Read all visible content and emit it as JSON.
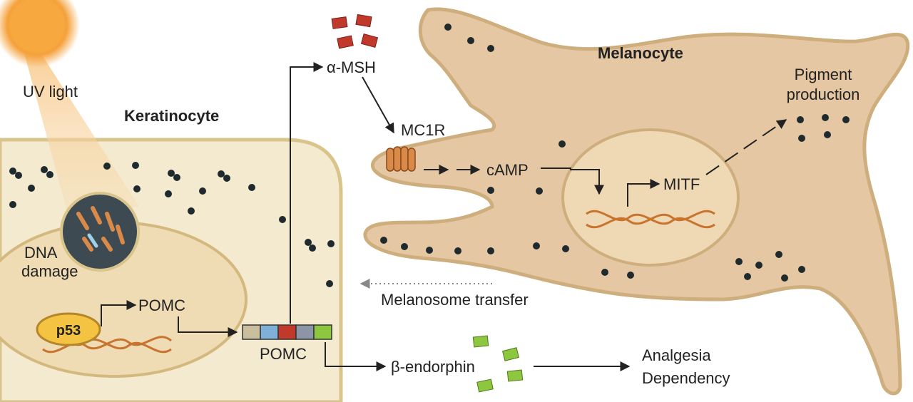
{
  "labels": {
    "uv_light": "UV light",
    "keratinocyte": "Keratinocyte",
    "melanocyte": "Melanocyte",
    "dna_damage_line1": "DNA",
    "dna_damage_line2": "damage",
    "p53": "p53",
    "pomc_gene": "POMC",
    "pomc_protein": "POMC",
    "alpha_msh": "α-MSH",
    "mc1r": "MC1R",
    "camp": "cAMP",
    "mitf": "MITF",
    "pigment_line1": "Pigment",
    "pigment_line2": "production",
    "melanosome_transfer": "Melanosome transfer",
    "beta_endorphin": "β-endorphin",
    "analgesia": "Analgesia",
    "dependency": "Dependency"
  },
  "colors": {
    "sun": "#f5a13a",
    "keratinocyte_fill": "#f3ead0",
    "keratinocyte_outline": "#d9c48c",
    "melanocyte_fill": "#e6c7a3",
    "melanocyte_outline": "#cfae7d",
    "nucleus_fill": "#efd8b4",
    "alpha_msh_block": "#c0392b",
    "beta_endorphin_block": "#8dc63f",
    "p53_fill": "#f5c342",
    "dna_strand": "#c8742f",
    "melanosome": "#1f2a2e"
  },
  "pomc_segment_colors": [
    "#c9bf9f",
    "#7fb1d8",
    "#c0392b",
    "#8c95a6",
    "#8dc63f"
  ]
}
